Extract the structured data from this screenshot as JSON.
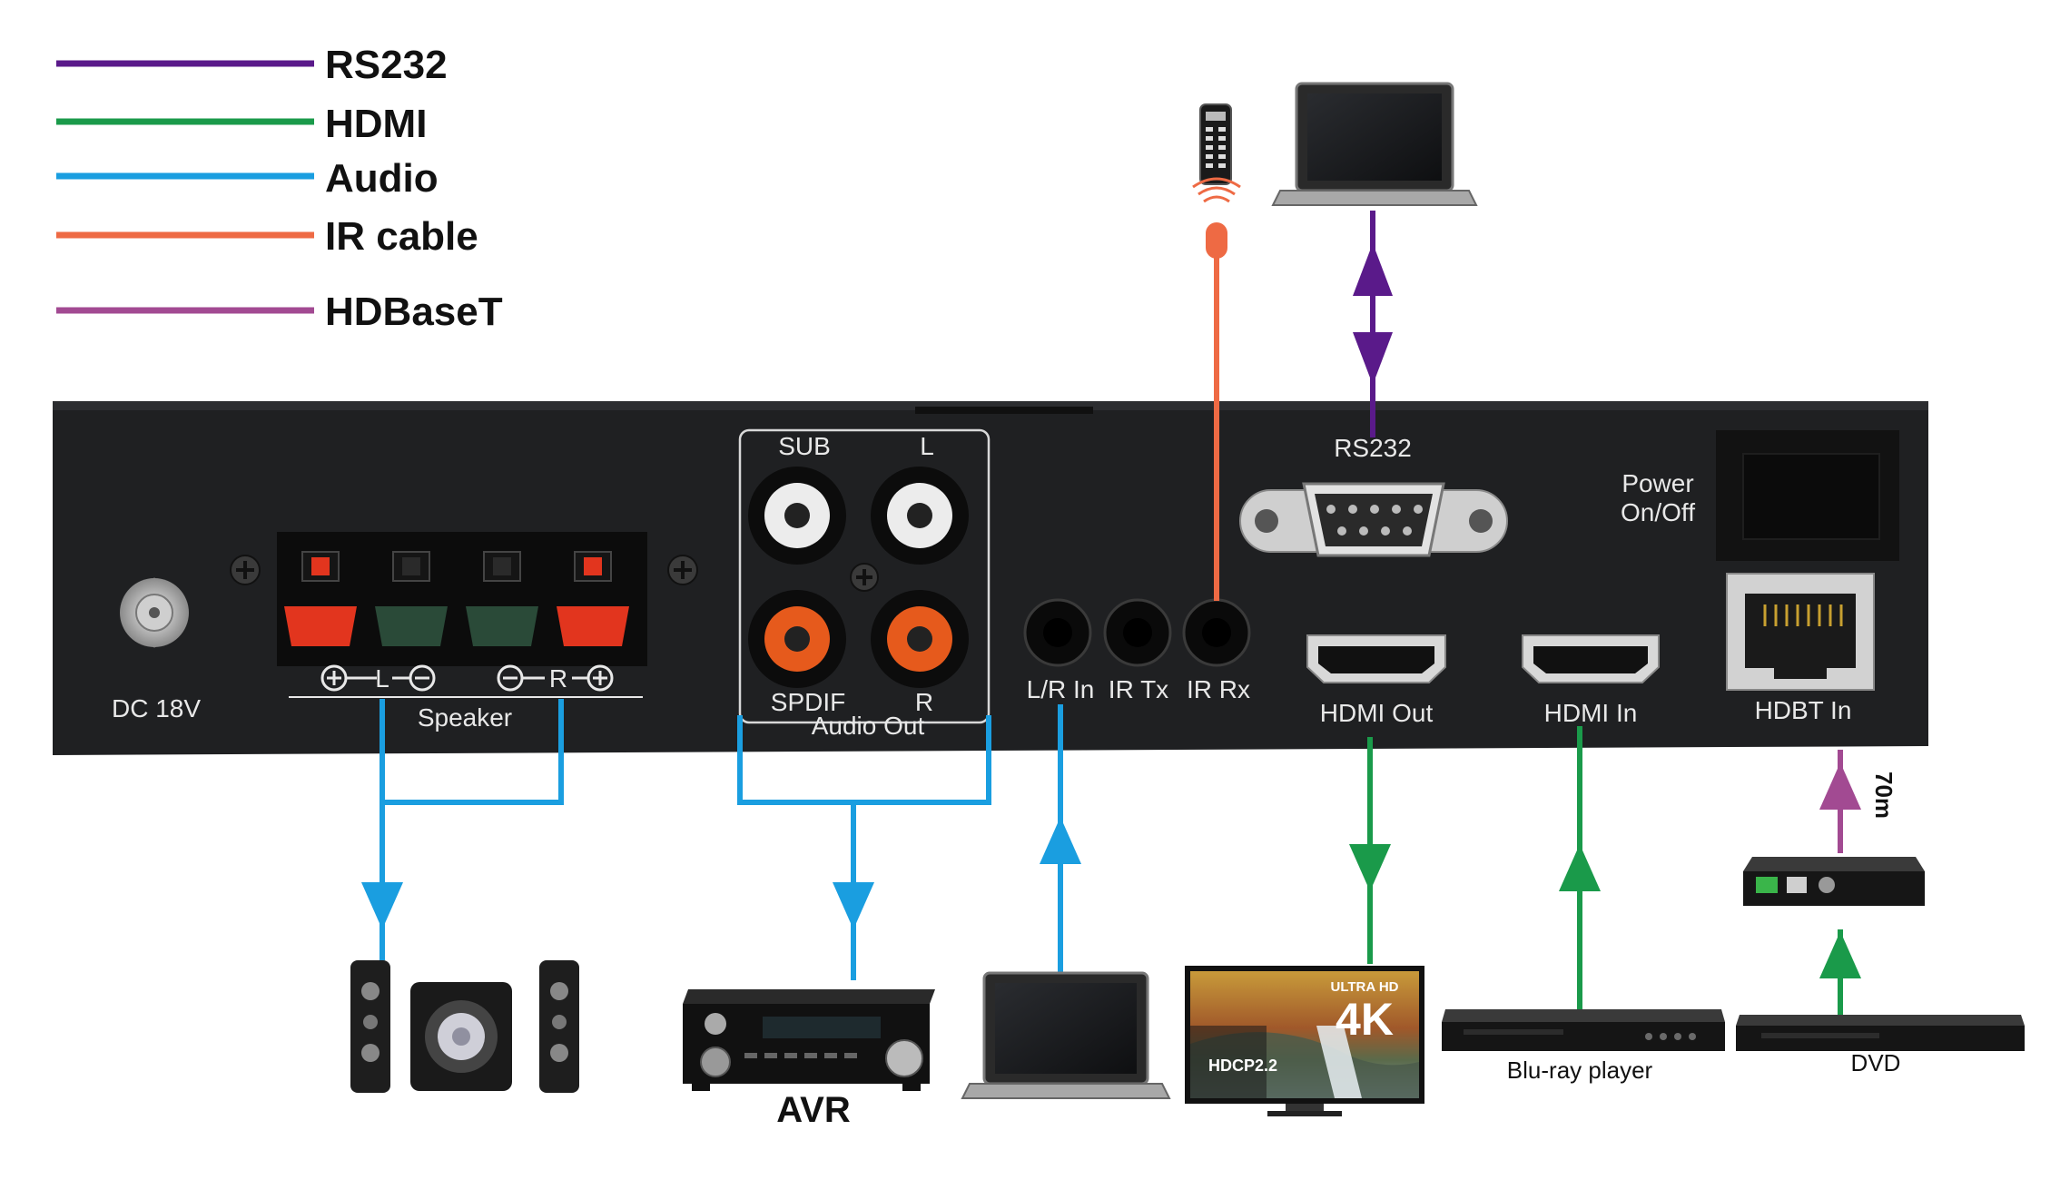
{
  "legend": [
    {
      "label": "RS232",
      "color": "#5a1a8a"
    },
    {
      "label": "HDMI",
      "color": "#1a9a4a"
    },
    {
      "label": "Audio",
      "color": "#1a9ee0"
    },
    {
      "label": "IR cable",
      "color": "#ee6a44"
    },
    {
      "label": "HDBaseT",
      "color": "#a24a92"
    }
  ],
  "panel": {
    "dc": "DC 18V",
    "speaker": "Speaker",
    "speaker_l": "L",
    "speaker_r": "R",
    "sub": "SUB",
    "audio_l": "L",
    "spdif": "SPDIF",
    "audio_r": "R",
    "audio_out": "Audio Out",
    "lr_in": "L/R In",
    "ir_tx": "IR Tx",
    "ir_rx": "IR Rx",
    "rs232": "RS232",
    "power_line1": "Power",
    "power_line2": "On/Off",
    "hdmi_out": "HDMI Out",
    "hdmi_in": "HDMI In",
    "hdbt_in": "HDBT In"
  },
  "devices": {
    "avr": "AVR",
    "bluray": "Blu-ray player",
    "dvd": "DVD",
    "distance": "70m",
    "tv_ultra": "ULTRA HD",
    "tv_4k": "4K",
    "tv_hdcp": "HDCP2.2"
  },
  "colors": {
    "panel": "#1f2022",
    "rs232": "#5a1a8a",
    "hdmi": "#1a9a4a",
    "audio": "#1a9ee0",
    "ir": "#ee6a44",
    "hdbaset": "#a24a92"
  }
}
